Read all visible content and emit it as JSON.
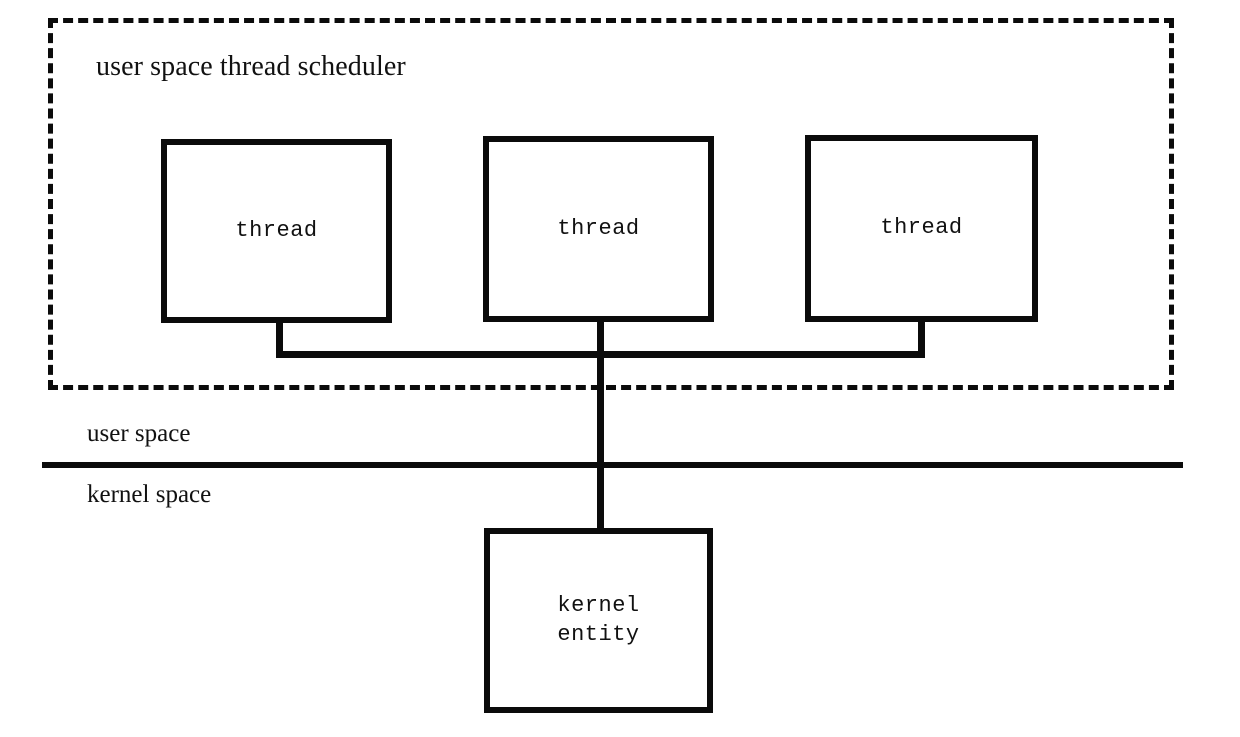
{
  "diagram": {
    "title": "user space thread scheduler",
    "type": "block-diagram",
    "background_color": "#ffffff",
    "stroke_color": "#0b0b0b"
  },
  "regions": {
    "scheduler": {
      "label": "user space thread scheduler",
      "border_style": "dashed"
    },
    "user_space": {
      "label": "user space"
    },
    "kernel_space": {
      "label": "kernel space"
    }
  },
  "nodes": {
    "threads": [
      {
        "id": "thread-1",
        "label": "thread"
      },
      {
        "id": "thread-2",
        "label": "thread"
      },
      {
        "id": "thread-3",
        "label": "thread"
      }
    ],
    "kernel_entity": {
      "id": "kernel-entity",
      "label": "kernel\nentity"
    }
  },
  "connectors": {
    "stub_left": "thread-1-to-bus",
    "stub_right": "thread-3-to-bus",
    "bus": "thread-bus",
    "trunk": "bus-to-kernel-entity"
  }
}
